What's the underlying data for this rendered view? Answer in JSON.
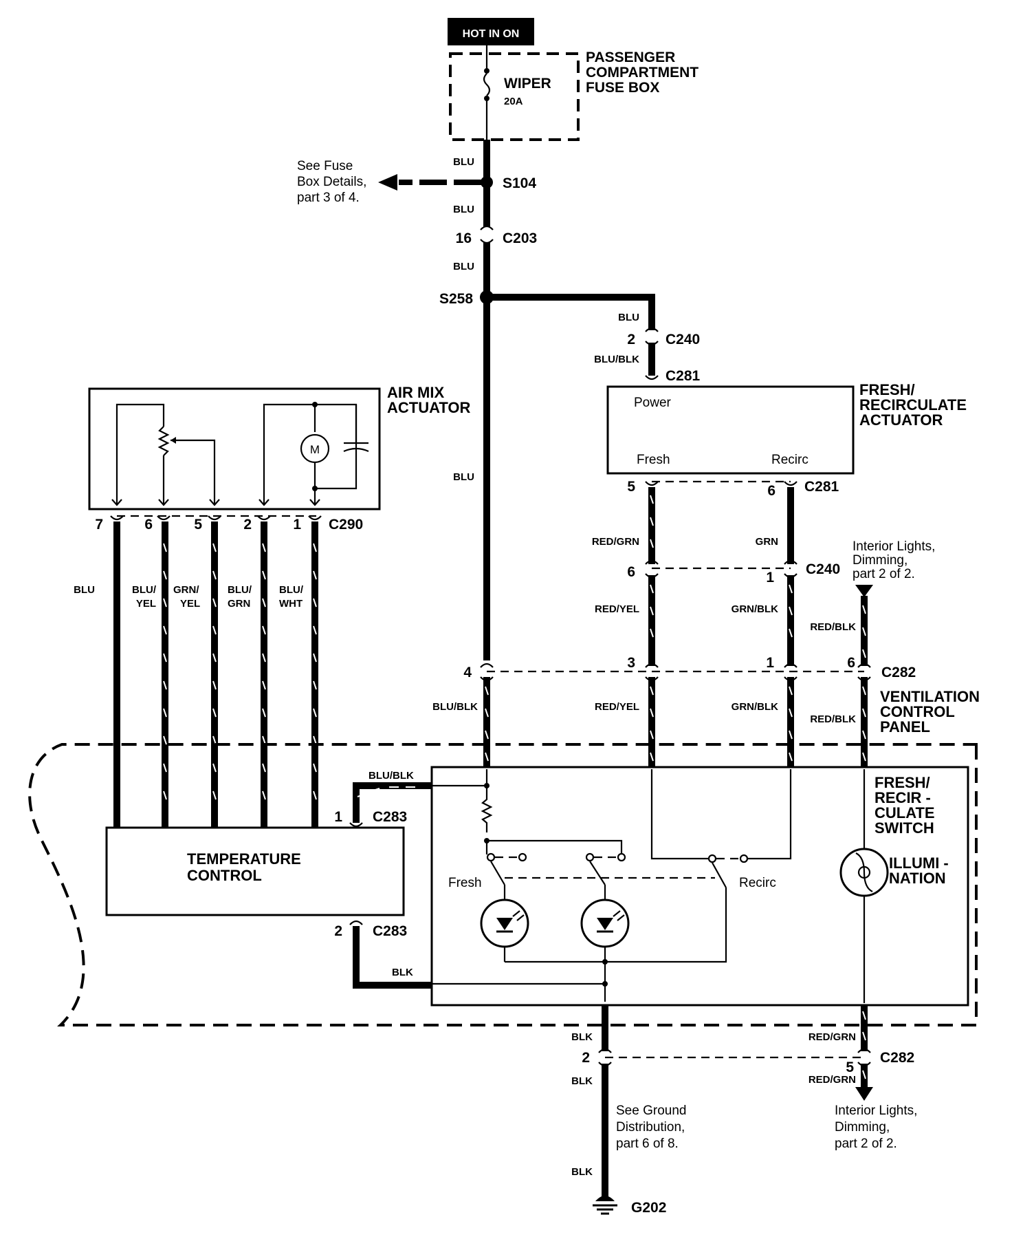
{
  "power": {
    "source": "HOT IN ON",
    "fuse_box": [
      "PASSENGER",
      "COMPARTMENT",
      "FUSE BOX"
    ],
    "fuse_name": "WIPER",
    "fuse_rating": "20A"
  },
  "splices": {
    "s104": "S104",
    "s258": "S258"
  },
  "wire_colors": {
    "blu": "BLU",
    "blu_blk": "BLU/BLK",
    "red_grn": "RED/GRN",
    "grn": "GRN",
    "red_yel": "RED/YEL",
    "grn_blk": "GRN/BLK",
    "red_blk": "RED/BLK",
    "blu_yel": [
      "BLU/",
      "YEL"
    ],
    "grn_yel": [
      "GRN/",
      "YEL"
    ],
    "blu_grn": [
      "BLU/",
      "GRN"
    ],
    "blu_wht": [
      "BLU/",
      "WHT"
    ],
    "blk": "BLK"
  },
  "connectors": {
    "c203": "C203",
    "c240": "C240",
    "c281": "C281",
    "c282": "C282",
    "c283": "C283",
    "c290": "C290"
  },
  "pins": {
    "c203": "16",
    "c240_top": "2",
    "c281_fresh": "5",
    "c281_recirc": "6",
    "c240_fresh": "6",
    "c240_recirc": "1",
    "c282_blublk": "4",
    "c282_fresh": "3",
    "c282_recirc": "1",
    "c282_illum": "6",
    "c282_bottom": "5",
    "c283_top": "1",
    "c283_bottom": "2",
    "c2_ground": "2",
    "c290": [
      "7",
      "6",
      "5",
      "2",
      "1"
    ]
  },
  "components": {
    "air_mix": [
      "AIR MIX",
      "ACTUATOR"
    ],
    "motor": "M",
    "fresh_recirc_actuator": [
      "FRESH/",
      "RECIRCULATE",
      "ACTUATOR"
    ],
    "actuator_power": "Power",
    "actuator_fresh": "Fresh",
    "actuator_recirc": "Recirc",
    "ventilation_panel": [
      "VENTILATION",
      "CONTROL",
      "PANEL"
    ],
    "switch_title": [
      "FRESH/",
      "RECIR -",
      "CULATE",
      "SWITCH"
    ],
    "temperature_control": [
      "TEMPERATURE",
      "CONTROL"
    ],
    "switch_fresh": "Fresh",
    "switch_recirc": "Recirc",
    "illumination": [
      "ILLUMI -",
      "NATION"
    ]
  },
  "references": {
    "fuse_box_details": [
      "See Fuse",
      "Box Details,",
      "part 3 of 4."
    ],
    "interior_top": [
      "Interior Lights,",
      "Dimming,",
      "part 2 of 2."
    ],
    "interior_bottom": [
      "Interior Lights,",
      "Dimming,",
      "part 2 of 2."
    ],
    "ground_distribution": [
      "See Ground",
      "Distribution,",
      "part 6 of 8."
    ]
  },
  "ground": "G202"
}
